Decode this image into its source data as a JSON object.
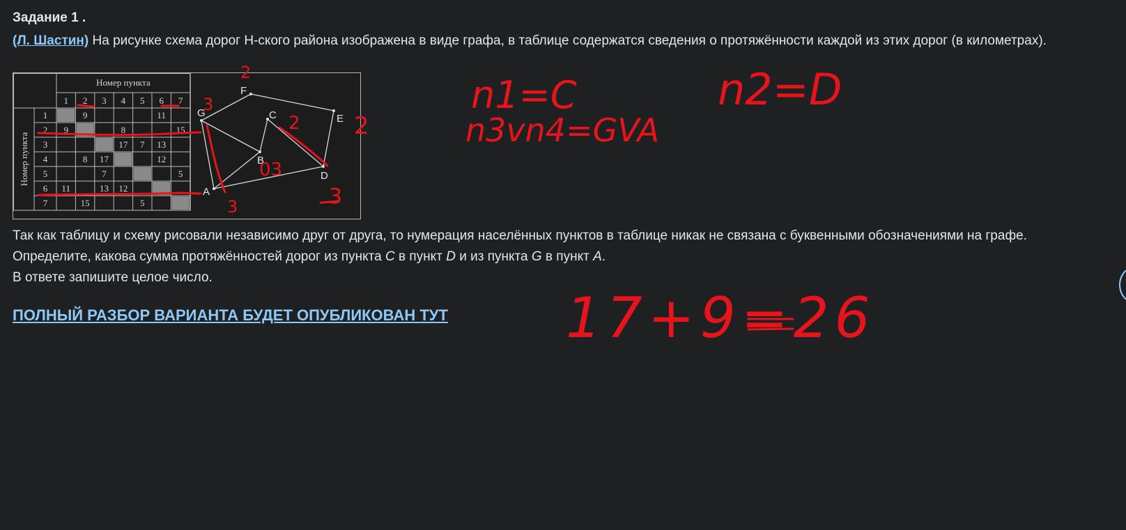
{
  "task": {
    "header": "Задание 1 .",
    "author_link": "(Л. Шастин)",
    "statement": "На рисунке схема дорог Н-ского района изображена в виде графа, в таблице содержатся сведения о протяжённости каждой из этих дорог (в километрах).",
    "question_line1": "Так как таблицу и схему рисовали независимо друг от друга, то нумерация населённых пунктов в таблице никак не связана с буквенными обозначениями на графе.",
    "q2_part1": "Определите, какова сумма протяжённостей дорог из пункта ",
    "q2_c": "C",
    "q2_part2": " в пункт ",
    "q2_d": "D",
    "q2_part3": " и из пункта ",
    "q2_g": "G",
    "q2_part4": " в пункт ",
    "q2_a": "A",
    "q2_end": ".",
    "answer_note": "В ответе запишите целое число.",
    "full_link": "ПОЛНЫЙ РАЗБОР ВАРИАНТА БУДЕТ ОПУБЛИКОВАН ТУТ"
  },
  "table": {
    "col_header": "Номер пункта",
    "row_header": "Номер пункта",
    "col_numbers": [
      "1",
      "2",
      "3",
      "4",
      "5",
      "6",
      "7"
    ],
    "row_numbers": [
      "1",
      "2",
      "3",
      "4",
      "5",
      "6",
      "7"
    ],
    "cells": [
      [
        "",
        "9",
        "",
        "",
        "",
        "11",
        ""
      ],
      [
        "9",
        "",
        "",
        "8",
        "",
        "",
        "15"
      ],
      [
        "",
        "",
        "",
        "17",
        "7",
        "13",
        ""
      ],
      [
        "",
        "8",
        "17",
        "",
        "",
        "12",
        ""
      ],
      [
        "",
        "",
        "7",
        "",
        "",
        "",
        "5"
      ],
      [
        "11",
        "",
        "13",
        "12",
        "",
        "",
        ""
      ],
      [
        "",
        "15",
        "",
        "",
        "5",
        "",
        ""
      ]
    ]
  },
  "graph": {
    "vertices": [
      "A",
      "B",
      "C",
      "D",
      "E",
      "F",
      "G"
    ],
    "edges": [
      [
        "G",
        "F"
      ],
      [
        "F",
        "E"
      ],
      [
        "E",
        "D"
      ],
      [
        "D",
        "A"
      ],
      [
        "A",
        "G"
      ],
      [
        "A",
        "B"
      ],
      [
        "G",
        "B"
      ],
      [
        "B",
        "C"
      ],
      [
        "C",
        "D"
      ]
    ]
  },
  "handwriting": {
    "note1": "n1=C",
    "note2": "n3vn4=GVA",
    "note3": "n2=D",
    "sum": "17+9=26",
    "mark_f": "2",
    "mark_g": "3",
    "mark_c": "2",
    "mark_e": "2",
    "mark_b": "03",
    "mark_d": "3",
    "mark_a": "3",
    "ink_color": "#e8141b"
  }
}
